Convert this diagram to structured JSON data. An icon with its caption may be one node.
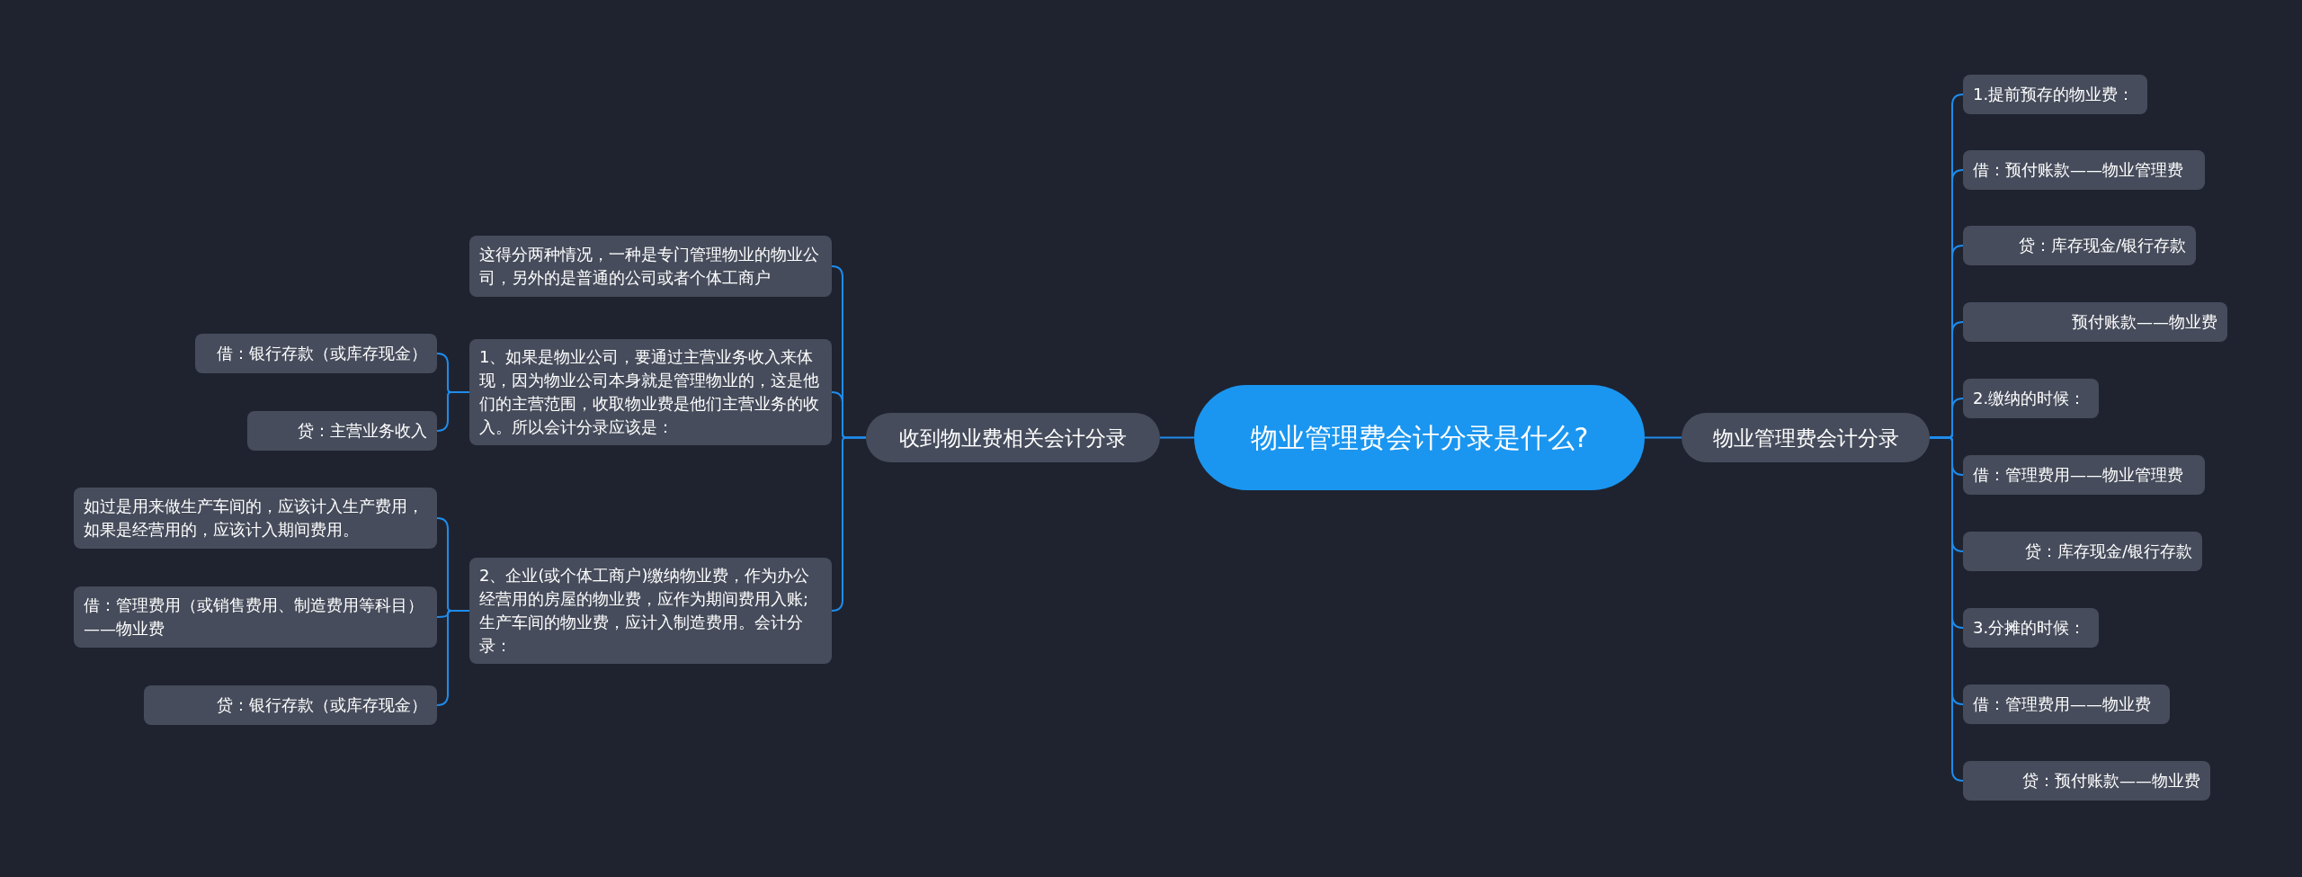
{
  "diagram": {
    "nodes": [
      {
        "text": [
          "物业管理费会计分录是什么?"
        ]
      },
      {
        "text": [
          "物业管理费会计分录"
        ]
      },
      {
        "text": [
          "1.提前预存的物业费："
        ]
      },
      {
        "text": [
          "借：预付账款——物业管理费"
        ]
      },
      {
        "text": [
          "贷：库存现金/银行存款"
        ]
      },
      {
        "text": [
          "预付账款——物业费"
        ]
      },
      {
        "text": [
          "2.缴纳的时候："
        ]
      },
      {
        "text": [
          "借：管理费用——物业管理费"
        ]
      },
      {
        "text": [
          "贷：库存现金/银行存款"
        ]
      },
      {
        "text": [
          "3.分摊的时候："
        ]
      },
      {
        "text": [
          "借：管理费用——物业费"
        ]
      },
      {
        "text": [
          "贷：预付账款——物业费"
        ]
      },
      {
        "text": [
          "收到物业费相关会计分录"
        ]
      },
      {
        "text": [
          "这得分两种情况，一种是专门管理物业的物业公司，另外的是普通的公司或者个体工商户"
        ]
      },
      {
        "text": [
          "1、如果是物业公司，要通过主营业务收入来体现，因为物业公司本身就是管理物业的，这是他们的主营范围，收取物业费是他们主营业务的收入。所以会计分录应该是："
        ]
      },
      {
        "text": [
          "借：银行存款（或库存现金）"
        ]
      },
      {
        "text": [
          "贷：主营业务收入"
        ]
      },
      {
        "text": [
          "2、企业(或个体工商户)缴纳物业费，作为办公经营用的房屋的物业费，应作为期间费用入账;生产车间的物业费，应计入制造费用。会计分录："
        ]
      },
      {
        "text": [
          "如过是用来做生产车间的，应该计入生产费用，如果是经营用的，应该计入期间费用。"
        ]
      },
      {
        "text": [
          "借：管理费用（或销售费用、制造费用等科目）——物业费"
        ]
      },
      {
        "text": [
          "贷：银行存款（或库存现金）"
        ]
      }
    ],
    "edges": [
      {
        "from": 0,
        "to": 1,
        "arrow": "none"
      },
      {
        "from": 1,
        "to": 2,
        "arrow": "none"
      },
      {
        "from": 1,
        "to": 3,
        "arrow": "none"
      },
      {
        "from": 1,
        "to": 4,
        "arrow": "none"
      },
      {
        "from": 1,
        "to": 5,
        "arrow": "none"
      },
      {
        "from": 1,
        "to": 6,
        "arrow": "none"
      },
      {
        "from": 1,
        "to": 7,
        "arrow": "none"
      },
      {
        "from": 1,
        "to": 8,
        "arrow": "none"
      },
      {
        "from": 1,
        "to": 9,
        "arrow": "none"
      },
      {
        "from": 1,
        "to": 10,
        "arrow": "none"
      },
      {
        "from": 1,
        "to": 11,
        "arrow": "none"
      },
      {
        "from": 0,
        "to": 12,
        "arrow": "none"
      },
      {
        "from": 12,
        "to": 13,
        "arrow": "none"
      },
      {
        "from": 12,
        "to": 14,
        "arrow": "none"
      },
      {
        "from": 12,
        "to": 17,
        "arrow": "none"
      },
      {
        "from": 14,
        "to": 15,
        "arrow": "none"
      },
      {
        "from": 14,
        "to": 16,
        "arrow": "none"
      },
      {
        "from": 17,
        "to": 18,
        "arrow": "none"
      },
      {
        "from": 17,
        "to": 19,
        "arrow": "none"
      },
      {
        "from": 17,
        "to": 20,
        "arrow": "none"
      }
    ]
  }
}
